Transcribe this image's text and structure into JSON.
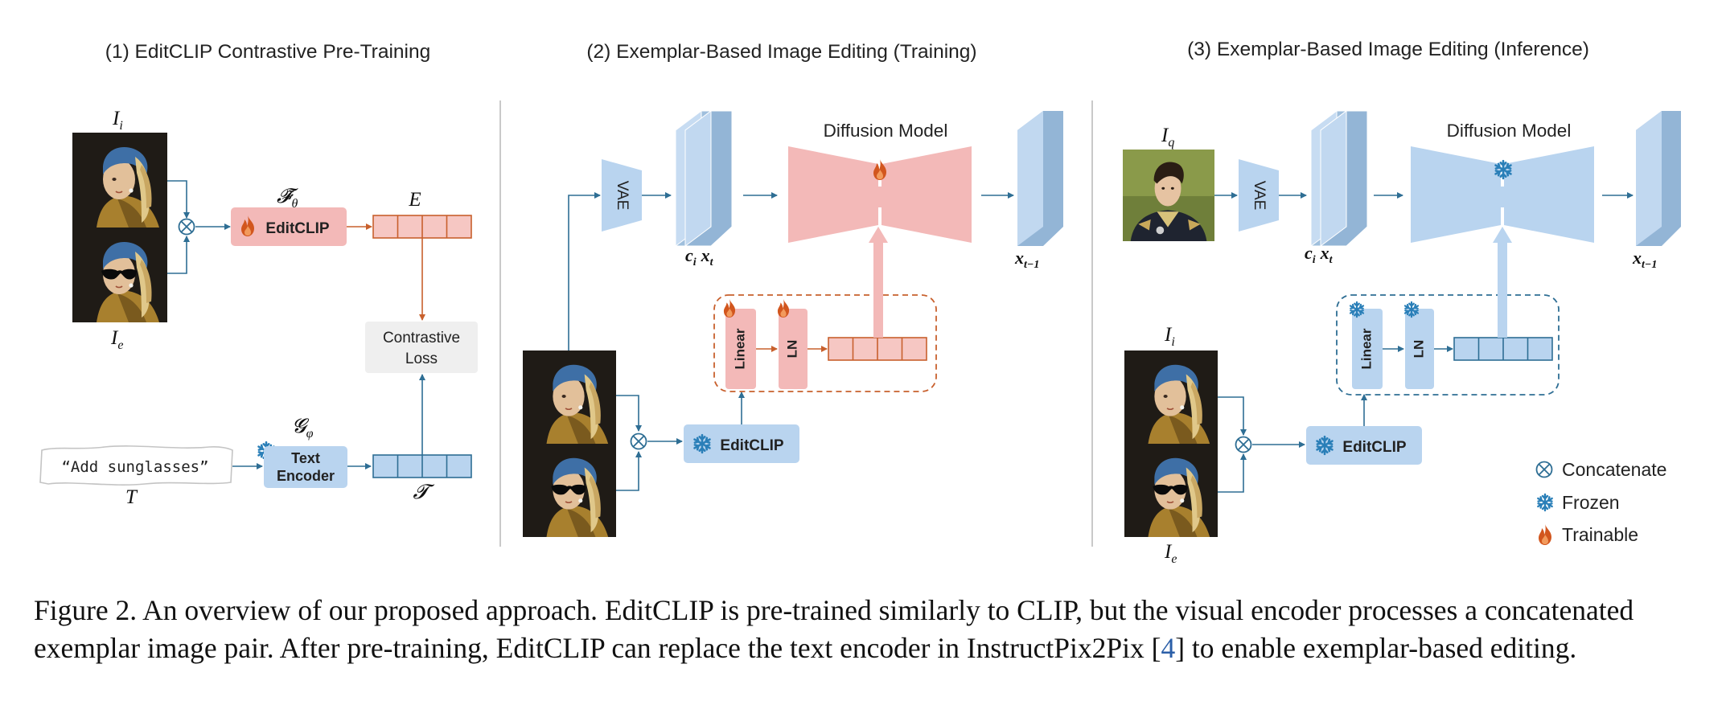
{
  "panels": [
    {
      "title": "(1) EditCLIP Contrastive Pre-Training"
    },
    {
      "title": "(2) Exemplar-Based Image Editing (Training)"
    },
    {
      "title": "(3) Exemplar-Based Image Editing (Inference)"
    }
  ],
  "panel1": {
    "label_Ii": "I",
    "label_Ii_sub": "i",
    "label_Ie": "I",
    "label_Ie_sub": "e",
    "label_F": "𝓕̃",
    "label_F_sub": "θ",
    "editclip": "EditCLIP",
    "label_E": "E",
    "contrastive_line1": "Contrastive",
    "contrastive_line2": "Loss",
    "label_G": "𝓖",
    "label_G_sub": "φ",
    "text_prompt": "“Add sunglasses”",
    "label_T": "T",
    "text_encoder_line1": "Text",
    "text_encoder_line2": "Encoder",
    "label_Tcal": "𝓣"
  },
  "panel2": {
    "vae": "VAE",
    "diffusion": "Diffusion Model",
    "label_ci": "c",
    "label_ci_sub": "i",
    "label_xt": "x",
    "label_xt_sub": "t",
    "label_xt1": "x",
    "label_xt1_sub": "t−1",
    "linear": "Linear",
    "ln": "LN",
    "editclip": "EditCLIP"
  },
  "panel3": {
    "vae": "VAE",
    "diffusion": "Diffusion Model",
    "label_Iq": "I",
    "label_Iq_sub": "q",
    "label_Ii": "I",
    "label_Ii_sub": "i",
    "label_Ie": "I",
    "label_Ie_sub": "e",
    "label_ci": "c",
    "label_ci_sub": "i",
    "label_xt": "x",
    "label_xt_sub": "t",
    "label_xt1": "x",
    "label_xt1_sub": "t−1",
    "linear": "Linear",
    "ln": "LN",
    "editclip": "EditCLIP"
  },
  "legend": {
    "concatenate": "Concatenate",
    "frozen": "Frozen",
    "trainable": "Trainable"
  },
  "caption": {
    "part1": "Figure 2. An overview of our proposed approach. EditCLIP is pre-trained similarly to CLIP, but the visual encoder processes a concatenated exemplar image pair. After pre-training, EditCLIP can replace the text encoder in InstructPix2Pix [",
    "ref": "4",
    "part2": "] to enable exemplar-based editing."
  },
  "colors": {
    "trainable_fill": "#f3b9b8",
    "frozen_fill": "#b9d4ef",
    "orange_line": "#c8602d",
    "blue_line": "#2e6e94",
    "divider": "#c9c9c9"
  }
}
